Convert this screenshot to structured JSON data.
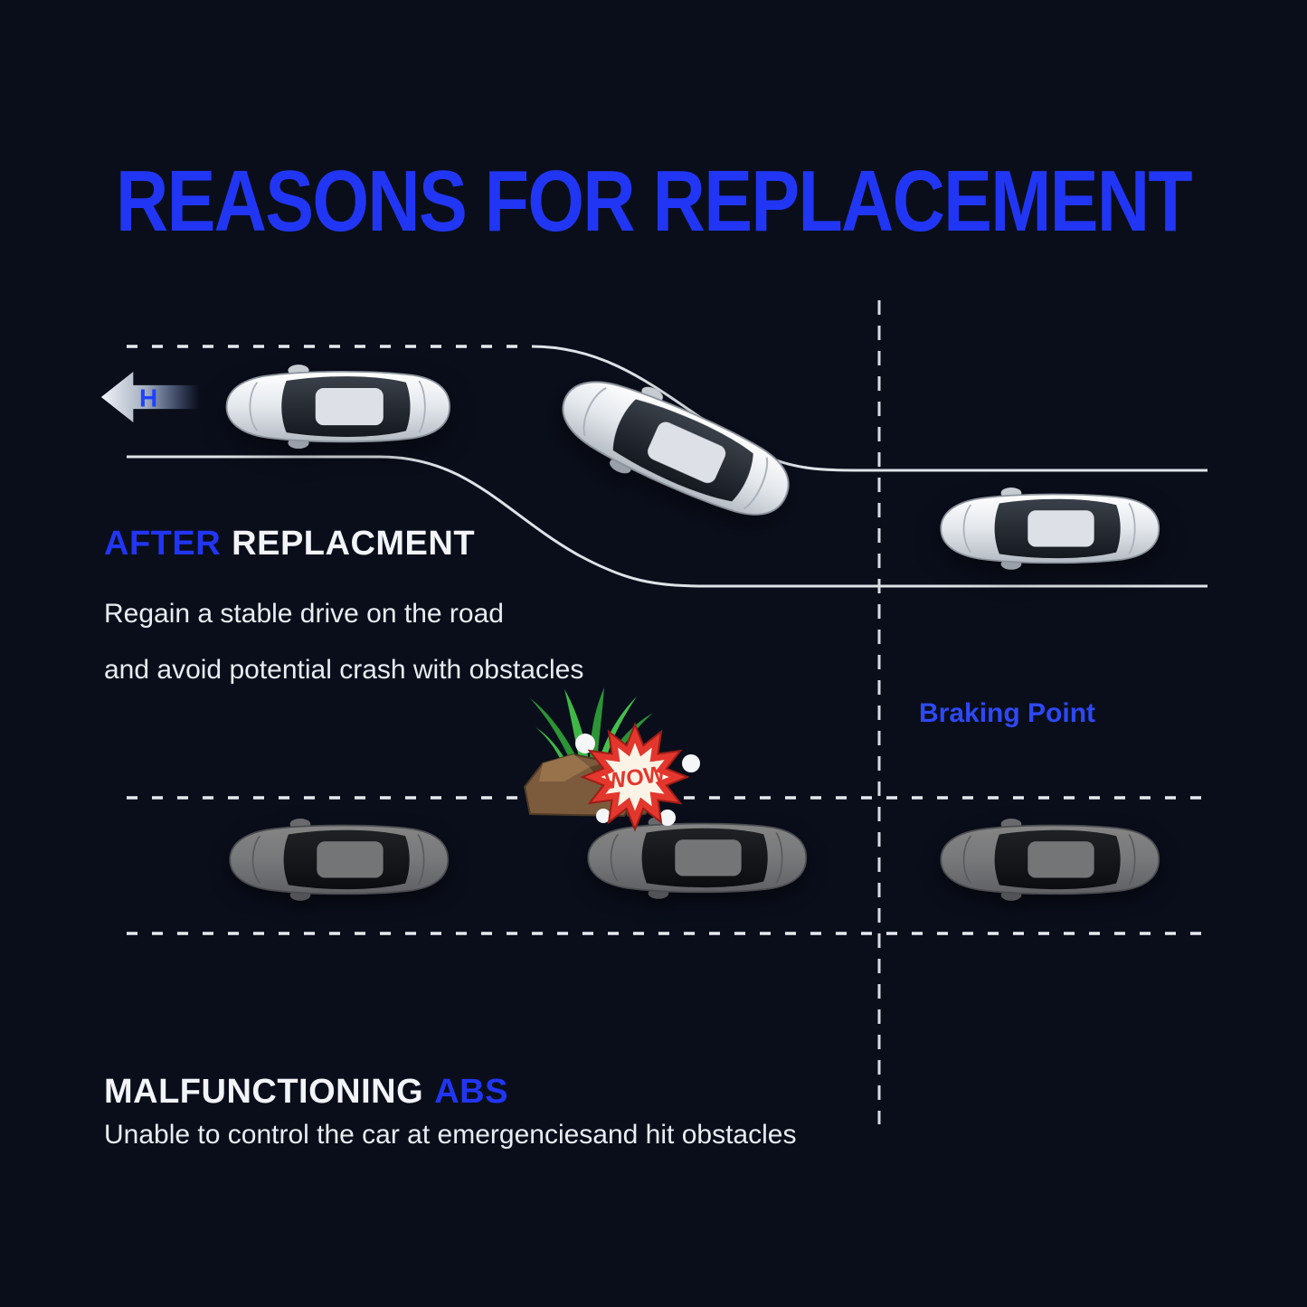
{
  "colors": {
    "background": "#0a0e1b",
    "accent_blue": "#2136f4",
    "text_white": "#f2f4f8"
  },
  "title": "REASONS FOR REPLACEMENT",
  "after_section": {
    "heading_accent": "AFTER",
    "heading_rest": "REPLACMENT",
    "desc_line1": "Regain a stable drive on the road",
    "desc_line2": "and avoid potential crash with obstacles"
  },
  "braking_point_label": "Braking Point",
  "malfunction_section": {
    "heading_rest": "MALFUNCTIONING",
    "heading_accent": "ABS",
    "desc_line1": "Unable to control the car at emergenciesand hit obstacles"
  },
  "direction_arrow_letter": "H",
  "burst_text": "WOW",
  "icons": {
    "direction_arrow": "left-arrow-with-H",
    "obstacle": "rock-with-grass-and-wow-burst",
    "cars_top_row": "white-sedans-swerving-around-obstacle",
    "cars_bottom_row": "gray-sedans-hitting-obstacle"
  }
}
